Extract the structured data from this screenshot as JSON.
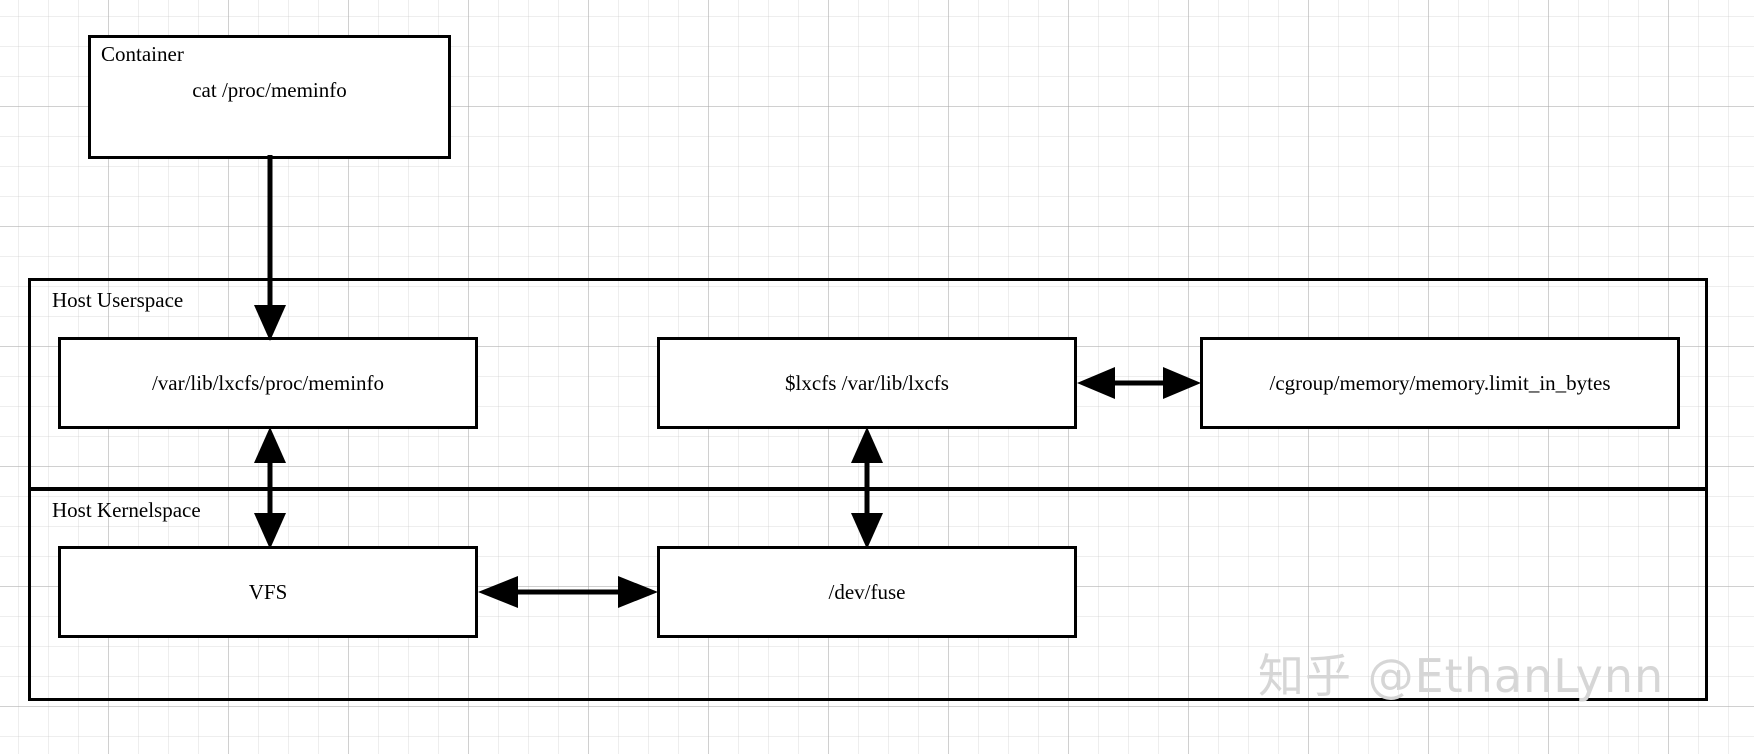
{
  "diagram": {
    "title": "lxcfs container meminfo flow",
    "line_color": "#000000",
    "background": "#ffffff",
    "grid_color": "#aaaaaa"
  },
  "container": {
    "title": "Container",
    "command": "cat /proc/meminfo"
  },
  "regions": [
    {
      "id": "host-userspace",
      "label": "Host Userspace"
    },
    {
      "id": "host-kernelspace",
      "label": "Host Kernelspace"
    }
  ],
  "boxes": {
    "lxcfs_meminfo": "/var/lib/lxcfs/proc/meminfo",
    "lxcfs_mount": "$lxcfs /var/lib/lxcfs",
    "cgroup_limit": "/cgroup/memory/memory.limit_in_bytes",
    "vfs": "VFS",
    "dev_fuse": "/dev/fuse"
  },
  "arrows": [
    {
      "id": "container-to-lxcfs-meminfo",
      "from": "Container",
      "to": "/var/lib/lxcfs/proc/meminfo",
      "direction": "down",
      "heads": "single"
    },
    {
      "id": "lxcfs-meminfo-to-vfs",
      "from": "/var/lib/lxcfs/proc/meminfo",
      "to": "VFS",
      "direction": "vertical",
      "heads": "double"
    },
    {
      "id": "lxcfs-mount-to-dev-fuse",
      "from": "$lxcfs /var/lib/lxcfs",
      "to": "/dev/fuse",
      "direction": "vertical",
      "heads": "double"
    },
    {
      "id": "lxcfs-mount-to-cgroup",
      "from": "$lxcfs /var/lib/lxcfs",
      "to": "/cgroup/memory/memory.limit_in_bytes",
      "direction": "horizontal",
      "heads": "double"
    },
    {
      "id": "vfs-to-dev-fuse",
      "from": "VFS",
      "to": "/dev/fuse",
      "direction": "horizontal",
      "heads": "double"
    }
  ],
  "watermark": {
    "text": "知乎 @EthanLynn",
    "color": "#d6d6d6"
  }
}
